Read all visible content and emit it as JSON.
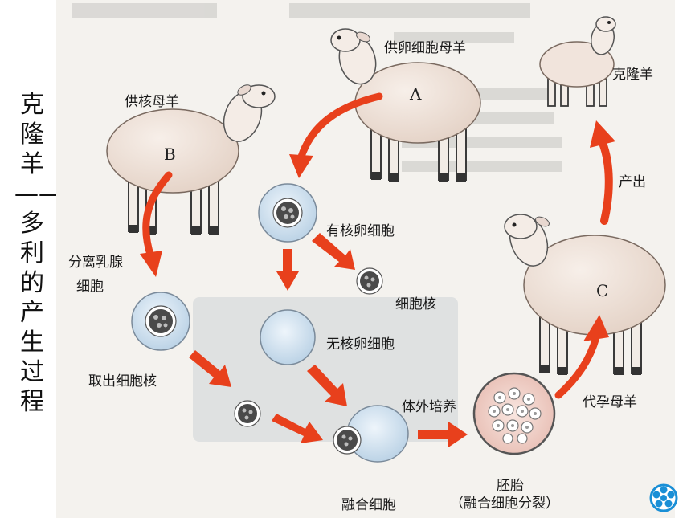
{
  "side_title": "克隆羊——多利的产生过程",
  "labels": {
    "donor_egg_sheep": "供卵细胞母羊",
    "donor_nucleus_sheep": "供核母羊",
    "clone_sheep": "克隆羊",
    "sheep_a": "A",
    "sheep_b": "B",
    "sheep_c": "C",
    "separate_mammary_line1": "分离乳腺",
    "separate_mammary_line2": "细胞",
    "nucleated_egg": "有核卵细胞",
    "cell_nucleus": "细胞核",
    "enucleated_egg": "无核卵细胞",
    "extract_nucleus": "取出细胞核",
    "in_vitro_culture": "体外培养",
    "fused_cell": "融合细胞",
    "embryo": "胚胎",
    "embryo_note": "（融合细胞分裂）",
    "surrogate_sheep": "代孕母羊",
    "birth": "产出"
  },
  "colors": {
    "arrow": "#e8401c",
    "sheep_wool": "#efe3da",
    "cell_fill": "#d6e6f2",
    "nucleus": "#4a4a4a",
    "embryo_fill": "#f3d6cf"
  },
  "icons": {
    "nav": "navigation-wheel-icon"
  }
}
